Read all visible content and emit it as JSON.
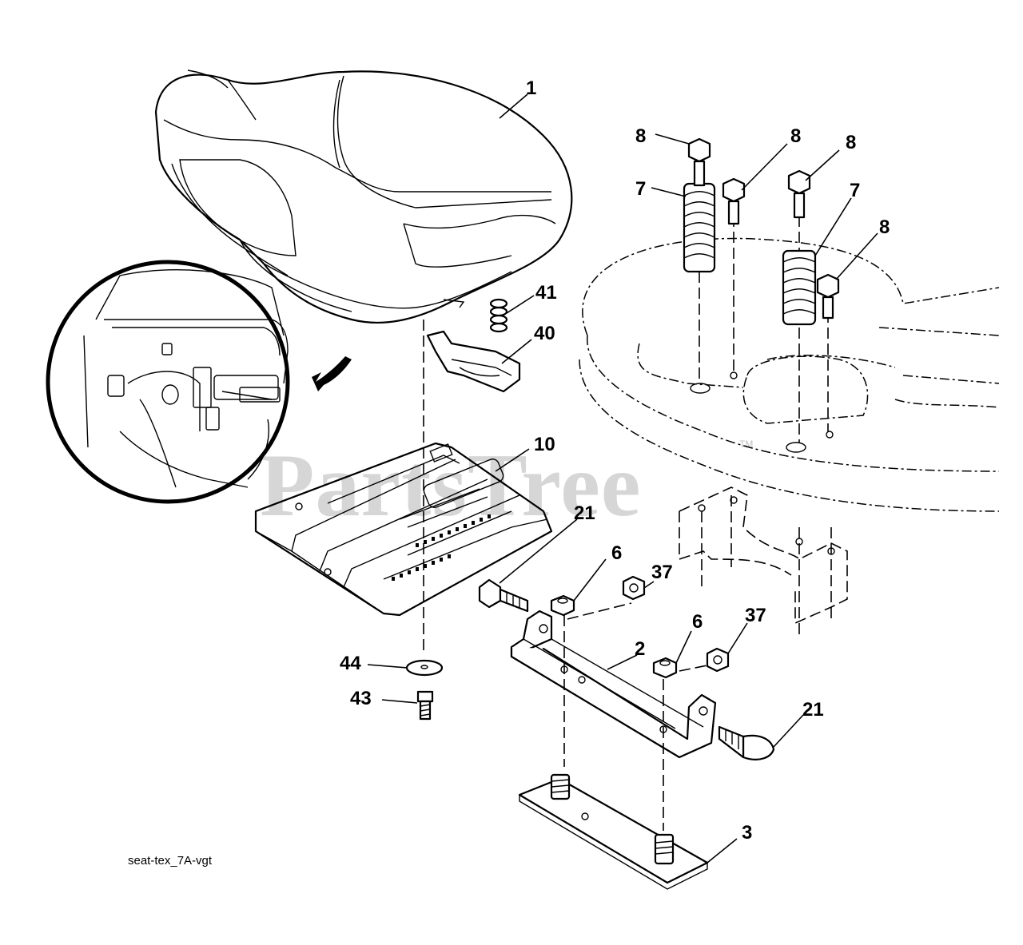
{
  "diagram": {
    "caption": "seat-tex_7A-vgt",
    "watermark": "PartsTree",
    "watermark_tm": "TM",
    "callouts": [
      {
        "id": "c1",
        "label": "1"
      },
      {
        "id": "c8a",
        "label": "8"
      },
      {
        "id": "c8b",
        "label": "8"
      },
      {
        "id": "c8c",
        "label": "8"
      },
      {
        "id": "c7a",
        "label": "7"
      },
      {
        "id": "c7b",
        "label": "7"
      },
      {
        "id": "c8d",
        "label": "8"
      },
      {
        "id": "c41",
        "label": "41"
      },
      {
        "id": "c40",
        "label": "40"
      },
      {
        "id": "c10",
        "label": "10"
      },
      {
        "id": "c21a",
        "label": "21"
      },
      {
        "id": "c6a",
        "label": "6"
      },
      {
        "id": "c37a",
        "label": "37"
      },
      {
        "id": "c37b",
        "label": "37"
      },
      {
        "id": "c6b",
        "label": "6"
      },
      {
        "id": "c2",
        "label": "2"
      },
      {
        "id": "c44",
        "label": "44"
      },
      {
        "id": "c43",
        "label": "43"
      },
      {
        "id": "c21b",
        "label": "21"
      },
      {
        "id": "c3",
        "label": "3"
      }
    ]
  }
}
